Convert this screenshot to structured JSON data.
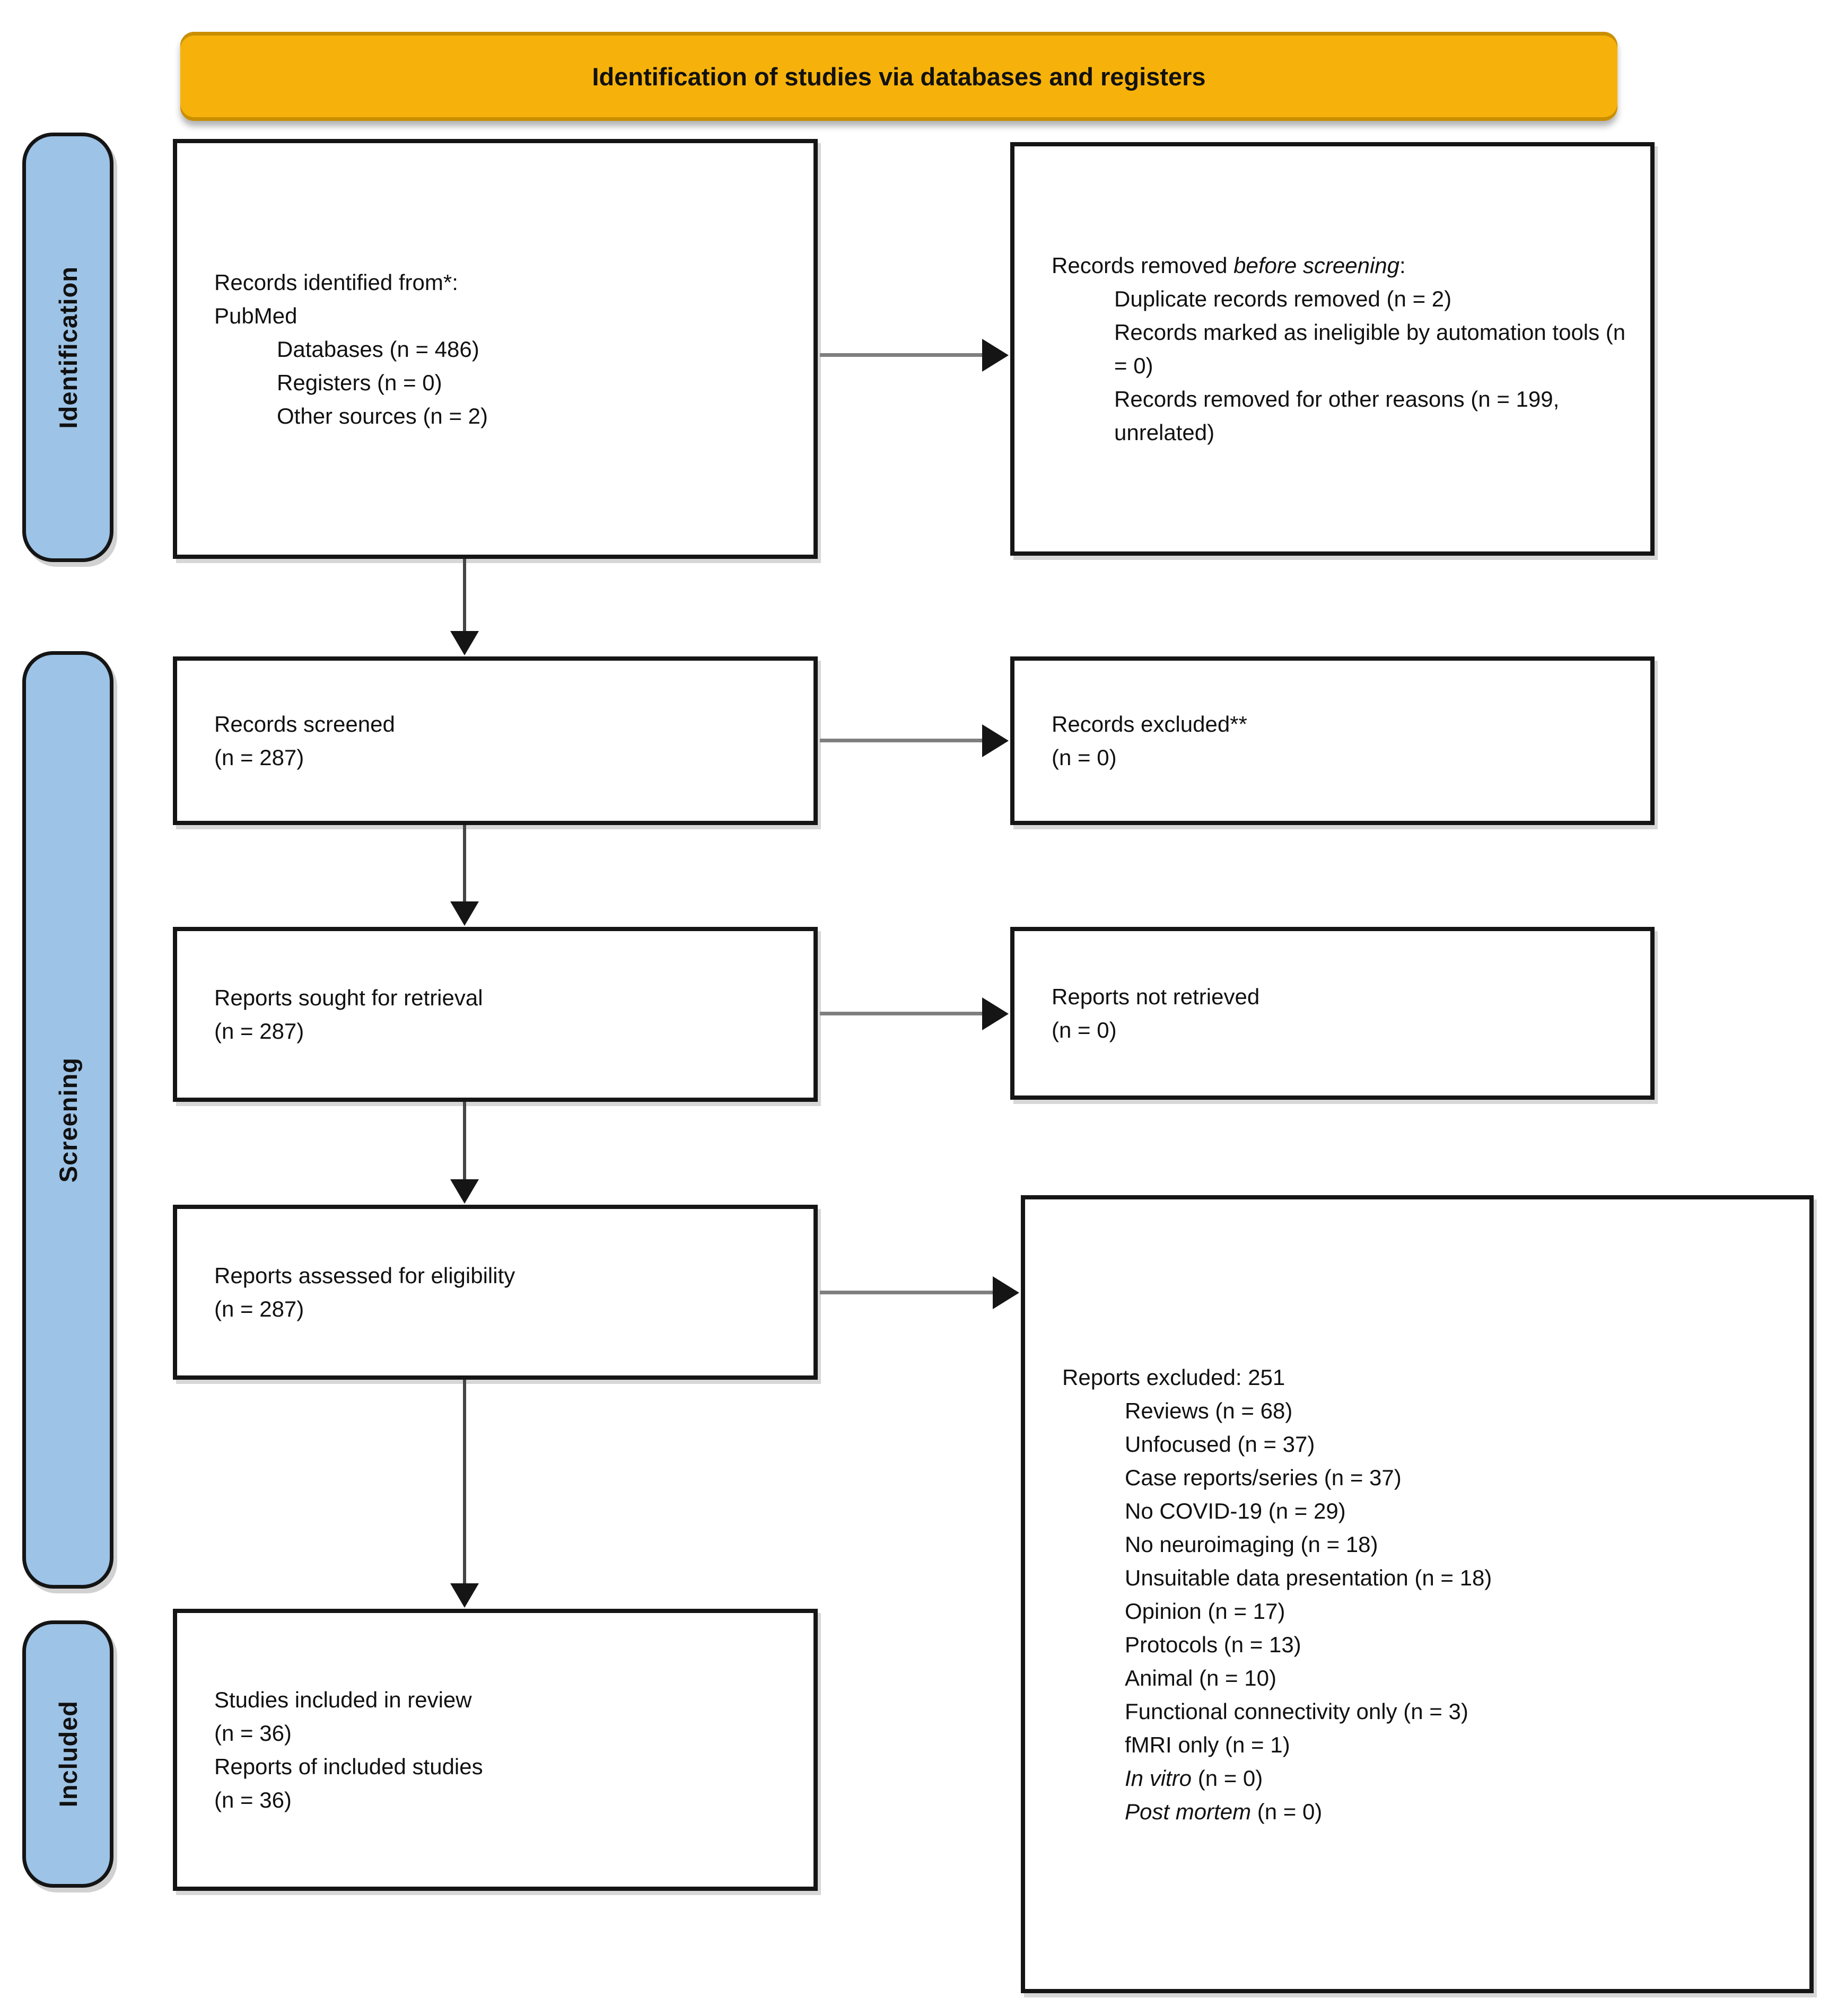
{
  "header": {
    "title": "Identification of studies via databases and registers"
  },
  "sidebar": {
    "identification": "Identification",
    "screening": "Screening",
    "included": "Included"
  },
  "identified": {
    "line1": "Records identified from*:",
    "line2": "PubMed",
    "item1": "Databases (n = 486)",
    "item2": "Registers (n = 0)",
    "item3": "Other sources (n = 2)"
  },
  "removed": {
    "t1": "Records removed ",
    "t1_italic": "before screening",
    "t1_end": ":",
    "item1": "Duplicate records removed (n = 2)",
    "item2": "Records marked as ineligible by automation tools (n = 0)",
    "item3": "Records removed for other reasons (n = 199, unrelated)"
  },
  "screened": {
    "line1": "Records screened",
    "line2": "(n = 287)"
  },
  "excluded": {
    "line1": "Records excluded**",
    "line2": "(n = 0)"
  },
  "sought": {
    "line1": "Reports sought for retrieval",
    "line2": "(n = 287)"
  },
  "not_retrieved": {
    "line1": "Reports not retrieved",
    "line2": "(n = 0)"
  },
  "assessed": {
    "line1": "Reports assessed for eligibility",
    "line2": "(n = 287)"
  },
  "reports_excluded": {
    "title": "Reports excluded: 251",
    "items": [
      "Reviews (n = 68)",
      "Unfocused (n = 37)",
      "Case reports/series (n = 37)",
      "No COVID-19 (n = 29)",
      "No neuroimaging (n = 18)",
      "Unsuitable data presentation (n = 18)",
      "Opinion (n = 17)",
      "Protocols (n = 13)",
      "Animal (n = 10)",
      "Functional connectivity only (n = 3)",
      "fMRI only (n = 1)"
    ],
    "in_vitro": {
      "label": "In vitro",
      "count": " (n = 0)"
    },
    "post_mortem": {
      "label": "Post mortem",
      "count": " (n = 0)"
    }
  },
  "included_box": {
    "line1": "Studies included in review",
    "line2": "(n = 36)",
    "line3": "Reports of included studies",
    "line4": "(n = 36)"
  },
  "colors": {
    "header_bg": "#F6B20B",
    "header_edge": "#C98F00",
    "sidebar_bg": "#9DC3E6",
    "box_border": "#151515",
    "connector_line": "#7F7F7F",
    "arrowhead": "#151515",
    "background": "#FFFFFF"
  }
}
